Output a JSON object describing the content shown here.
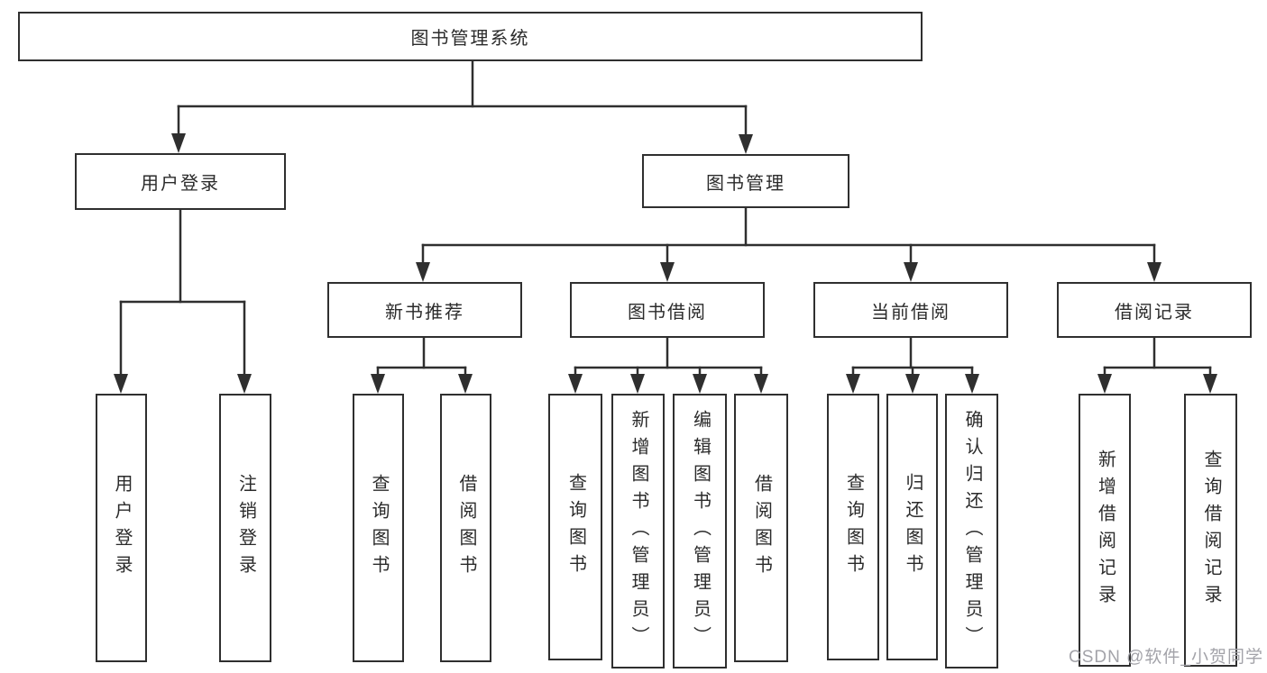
{
  "title": "图书管理系统",
  "tree": {
    "root": {
      "label": "图书管理系统"
    },
    "branches": [
      {
        "label": "用户登录",
        "children": [
          {
            "label": "用户登录"
          },
          {
            "label": "注销登录"
          }
        ]
      },
      {
        "label": "图书管理",
        "children": [
          {
            "label": "新书推荐",
            "children": [
              {
                "label": "查询图书"
              },
              {
                "label": "借阅图书"
              }
            ]
          },
          {
            "label": "图书借阅",
            "children": [
              {
                "label": "查询图书"
              },
              {
                "label": "新增图书（管理员）"
              },
              {
                "label": "编辑图书（管理员）"
              },
              {
                "label": "借阅图书"
              }
            ]
          },
          {
            "label": "当前借阅",
            "children": [
              {
                "label": "查询图书"
              },
              {
                "label": "归还图书"
              },
              {
                "label": "确认归还（管理员）"
              }
            ]
          },
          {
            "label": "借阅记录",
            "children": [
              {
                "label": "新增借阅记录"
              },
              {
                "label": "查询借阅记录"
              }
            ]
          }
        ]
      }
    ]
  },
  "watermark": {
    "text": "CSDN @软件_小贺同学",
    "color": "#a3a3a9"
  },
  "colors": {
    "line": "#2f2f2f",
    "box_border": "#2f2f2f",
    "box_background": "#ffffff",
    "text": "#2b2b2b",
    "page_background": "#ffffff"
  }
}
